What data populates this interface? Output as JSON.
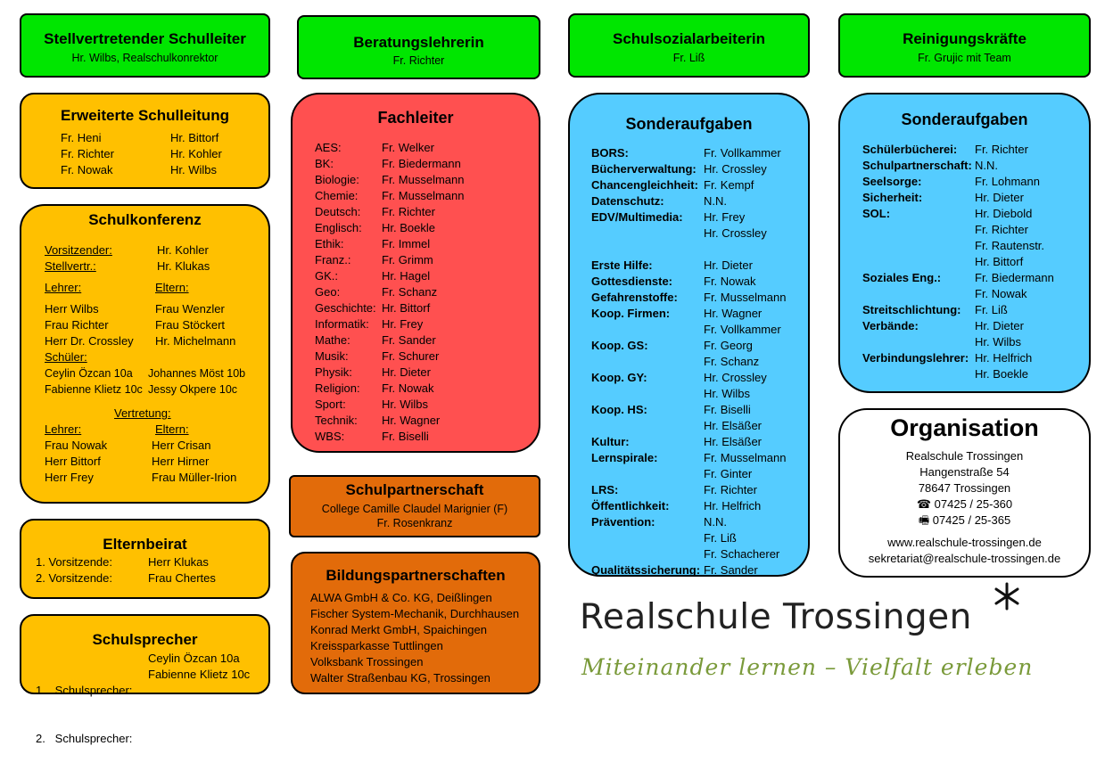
{
  "top": [
    {
      "title": "Stellvertretender Schulleiter",
      "sub": "Hr. Wilbs, Realschulkonrektor"
    },
    {
      "title": "Beratungslehrerin",
      "sub": "Fr. Richter"
    },
    {
      "title": "Schulsozialarbeiterin",
      "sub": "Fr. Liß"
    },
    {
      "title": "Reinigungskräfte",
      "sub": "Fr. Grujic mit Team"
    }
  ],
  "erweitert": {
    "title": "Erweiterte Schulleitung",
    "left": [
      "Fr. Heni",
      "Fr. Richter",
      "Fr. Nowak"
    ],
    "right": [
      "Hr. Bittorf",
      "Hr. Kohler",
      "Hr. Wilbs"
    ]
  },
  "konferenz": {
    "title": "Schulkonferenz",
    "vors_label": "Vorsitzender:",
    "vors": "Hr. Kohler",
    "stell_label": "Stellvertr.:",
    "stell": "Hr. Klukas",
    "lehrer_label": "Lehrer:",
    "eltern_label": "Eltern:",
    "lehrer": [
      "Herr Wilbs",
      "Frau Richter",
      "Herr Dr. Crossley"
    ],
    "eltern": [
      "Frau Wenzler",
      "Frau Stöckert",
      "Hr. Michelmann"
    ],
    "schueler_label": "Schüler:",
    "schueler_left": [
      "Ceylin Özcan 10a",
      "Fabienne Klietz 10c"
    ],
    "schueler_right": [
      "Johannes Möst 10b",
      "Jessy Okpere 10c"
    ],
    "vertretung_label": "Vertretung:",
    "v_lehrer_label": "Lehrer:",
    "v_eltern_label": "Eltern:",
    "v_lehrer": [
      "Frau Nowak",
      "Herr Bittorf",
      "Herr Frey"
    ],
    "v_eltern": [
      "Herr Crisan",
      "Herr Hirner",
      "Frau Müller-Irion"
    ]
  },
  "elternbeirat": {
    "title": "Elternbeirat",
    "labels": [
      "1. Vorsitzende:",
      "2. Vorsitzende:"
    ],
    "names": [
      "Herr Klukas",
      "Frau Chertes"
    ]
  },
  "schulsprecher": {
    "title": "Schulsprecher",
    "labels": [
      "1.   Schulsprecher:",
      "2.   Schulsprecher:"
    ],
    "names": [
      "Ceylin Özcan 10a",
      "Fabienne Klietz 10c"
    ]
  },
  "fachleiter": {
    "title": "Fachleiter",
    "subjects": [
      "AES:",
      "BK:",
      "Biologie:",
      "Chemie:",
      "Deutsch:",
      "Englisch:",
      "Ethik:",
      "Franz.:",
      "GK.:",
      "Geo:",
      "Geschichte:",
      "Informatik:",
      "Mathe:",
      "Musik:",
      "Physik:",
      "Religion:",
      "Sport:",
      "Technik:",
      "WBS:"
    ],
    "names": [
      "Fr. Welker",
      "Fr. Biedermann",
      "Fr. Musselmann",
      "Fr. Musselmann",
      "Fr. Richter",
      "Hr. Boekle",
      "Fr. Immel",
      "Fr. Grimm",
      "Hr. Hagel",
      "Fr. Schanz",
      "Hr. Bittorf",
      "Hr. Frey",
      "Fr. Sander",
      "Fr. Schurer",
      "Hr. Dieter",
      "Fr. Nowak",
      "Hr. Wilbs",
      "Hr. Wagner",
      "Fr. Biselli"
    ]
  },
  "partnerschaft": {
    "title": "Schulpartnerschaft",
    "lines": [
      "College Camille Claudel Marignier (F)",
      "Fr. Rosenkranz"
    ]
  },
  "bildung": {
    "title": "Bildungspartnerschaften",
    "lines": [
      "ALWA GmbH & Co. KG, Deißlingen",
      "Fischer System-Mechanik, Durchhausen",
      "Konrad Merkt GmbH, Spaichingen",
      "Kreissparkasse Tuttlingen",
      "Volksbank Trossingen",
      "Walter Straßenbau KG, Trossingen"
    ]
  },
  "sonder1": {
    "title": "Sonderaufgaben",
    "labels": [
      "BORS:",
      "Bücherverwaltung:",
      "Chancengleichheit:",
      "Datenschutz:",
      "EDV/Multimedia:",
      "",
      "",
      "Erste Hilfe:",
      "Gottesdienste:",
      "Gefahrenstoffe:",
      "Koop. Firmen:",
      "",
      "Koop. GS:",
      "",
      "Koop. GY:",
      "",
      "Koop. HS:",
      "",
      "Kultur:",
      "Lernspirale:",
      "",
      "LRS:",
      "Öffentlichkeit:",
      "Prävention:",
      "",
      "",
      "Qualitätssicherung:"
    ],
    "names": [
      "Fr. Vollkammer",
      "Hr. Crossley",
      "Fr. Kempf",
      "N.N.",
      "Hr. Frey",
      "Hr. Crossley",
      "",
      "Hr. Dieter",
      "Fr. Nowak",
      "Fr. Musselmann",
      "Hr. Wagner",
      "Fr. Vollkammer",
      "Fr. Georg",
      "Fr. Schanz",
      "Hr. Crossley",
      "Hr. Wilbs",
      "Fr. Biselli",
      "Hr. Elsäßer",
      "Hr. Elsäßer",
      "Fr. Musselmann",
      "Fr. Ginter",
      "Fr. Richter",
      "Hr. Helfrich",
      "N.N.",
      "Fr. Liß",
      "Fr. Schacherer",
      "Fr. Sander"
    ]
  },
  "sonder2": {
    "title": "Sonderaufgaben",
    "labels": [
      "Schülerbücherei:",
      "Schulpartnerschaft:",
      "Seelsorge:",
      "Sicherheit:",
      "SOL:",
      "",
      "",
      "",
      "Soziales Eng.:",
      "",
      "Streitschlichtung:",
      "Verbände:",
      "",
      "Verbindungslehrer:",
      ""
    ],
    "names": [
      "Fr. Richter",
      "N.N.",
      "Fr. Lohmann",
      "Hr. Dieter",
      "Hr. Diebold",
      "Fr. Richter",
      "Fr. Rautenstr.",
      "Hr. Bittorf",
      "Fr. Biedermann",
      "Fr. Nowak",
      "Fr. Liß",
      "Hr. Dieter",
      "Hr. Wilbs",
      "Hr. Helfrich",
      "Hr. Boekle"
    ]
  },
  "org": {
    "title": "Organisation",
    "lines": [
      "Realschule Trossingen",
      "Hangenstraße 54",
      "78647 Trossingen"
    ],
    "phone_icon": "☎",
    "phone": "07425 / 25-360",
    "fax_icon": "🖷",
    "fax": "07425 / 25-365",
    "web": "www.realschule-trossingen.de",
    "mail": "sekretariat@realschule-trossingen.de"
  },
  "logo": {
    "name": "Realschule Trossingen",
    "slogan": "Miteinander lernen – Vielfalt erleben"
  }
}
